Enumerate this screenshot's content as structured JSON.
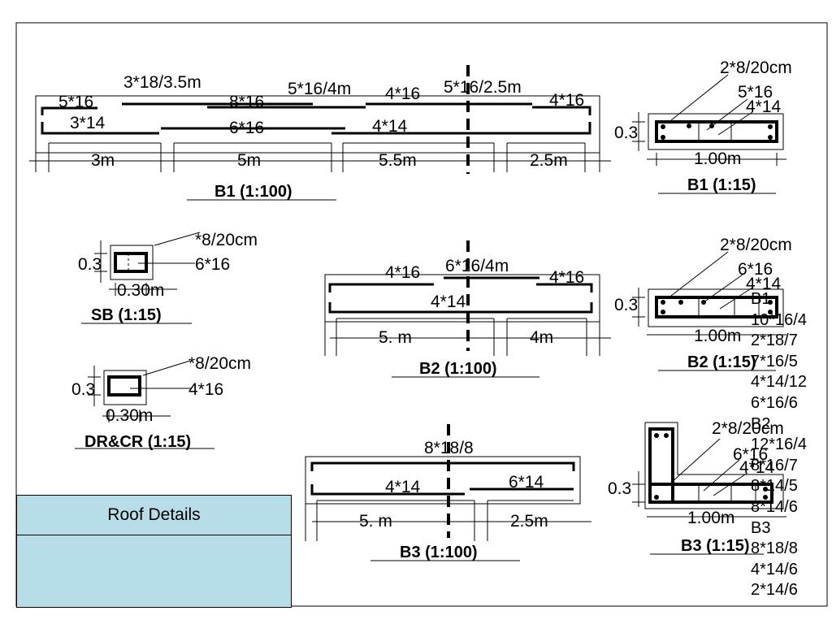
{
  "drawings": {
    "b1_long": {
      "top_bars": [
        "5*16",
        "3*18/3.5m",
        "8*16",
        "5*16/4m",
        "4*16",
        "5*16/2.5m",
        "4*16"
      ],
      "bottom_bars": [
        "3*14",
        "6*16",
        "4*14"
      ],
      "spans": [
        "3m",
        "5m",
        "5.5m",
        "2.5m"
      ],
      "caption": "B1 (1:100)"
    },
    "b1_section": {
      "stirrup": "2*8/20cm",
      "top": "5*16",
      "bottom": "4*14",
      "height": "0.3",
      "width": "1.00m",
      "caption": "B1 (1:15)"
    },
    "sb_section": {
      "stirrup": "*8/20cm",
      "bars": "6*16",
      "height": "0.3",
      "width": "0.30m",
      "caption": "SB (1:15)"
    },
    "dr_section": {
      "stirrup": "*8/20cm",
      "bars": "4*16",
      "height": "0.3",
      "width": "0.30m",
      "caption": "DR&CR (1:15)"
    },
    "b2_long": {
      "top_bars": [
        "4*16",
        "6*16/4m",
        "4*16"
      ],
      "bottom_bars": [
        "4*14"
      ],
      "spans": [
        "5. m",
        "4m"
      ],
      "caption": "B2 (1:100)"
    },
    "b2_section": {
      "stirrup": "2*8/20cm",
      "top": "6*16",
      "bottom": "4*14",
      "height": "0.3",
      "width": "1.00m",
      "caption": "B2 (1:15)"
    },
    "b3_long": {
      "top_bars": [
        "8*18/8"
      ],
      "bottom_bars": [
        "4*14",
        "6*14"
      ],
      "spans": [
        "5. m",
        "2.5m"
      ],
      "caption": "B3 (1:100)"
    },
    "b3_section": {
      "stirrup": "2*8/20cm",
      "top": "6*16",
      "bottom": "4*14",
      "height": "0.3",
      "width": "1.00m",
      "caption": "B3 (1:15)"
    }
  },
  "roof_panel": {
    "title": "Roof Details"
  },
  "side_list": [
    "B1",
    "10*16/4",
    "2*18/7",
    "7*16/5",
    "4*14/12",
    "6*16/6",
    "B2",
    "12*16/4",
    "8*16/7",
    "8*14/5",
    "8*14/6",
    "B3",
    "8*18/8",
    "4*14/6",
    "2*14/6"
  ]
}
